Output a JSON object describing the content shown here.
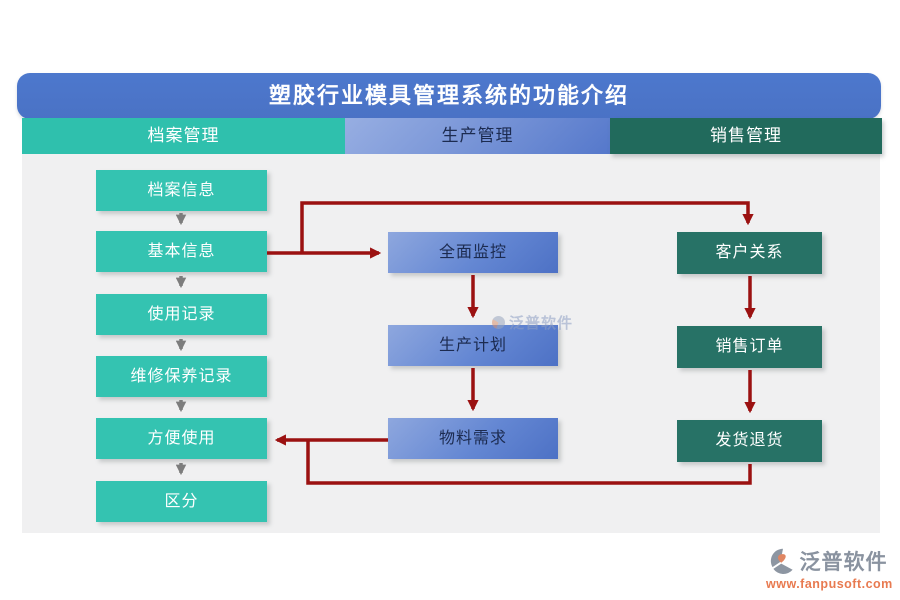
{
  "title": "塑胶行业模具管理系统的功能介绍",
  "columns": [
    {
      "header": "档案管理",
      "items": [
        "档案信息",
        "基本信息",
        "使用记录",
        "维修保养记录",
        "方便使用",
        "区分"
      ]
    },
    {
      "header": "生产管理",
      "items": [
        "全面监控",
        "生产计划",
        "物料需求"
      ]
    },
    {
      "header": "销售管理",
      "items": [
        "客户关系",
        "销售订单",
        "发货退货"
      ]
    }
  ],
  "watermark": {
    "text": "泛普软件"
  },
  "footer": {
    "brand": "泛普软件",
    "url": "www.fanpusoft.com"
  },
  "colors": {
    "title_bar": "#4a73c8",
    "archive_header": "#2fc0ad",
    "archive_box": "#34c3b1",
    "production_header_light": "#97aee2",
    "production_header_dark": "#5578cb",
    "production_text": "#1c2b50",
    "sales_header": "#216a5c",
    "sales_box": "#277266",
    "arrow_red": "#9b1111",
    "arrow_gray": "#7d7d7d",
    "panel_bg": "#f0f0f1",
    "brand_gray": "#8a93a0",
    "brand_orange": "#e87a50"
  }
}
